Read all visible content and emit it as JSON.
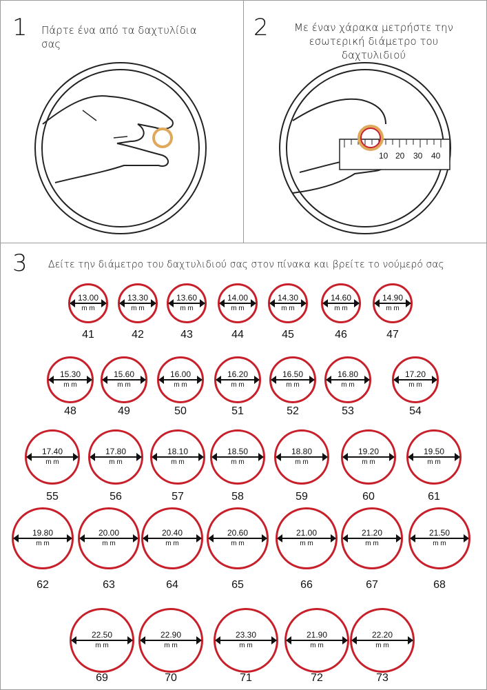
{
  "steps": [
    {
      "number": "1",
      "text": "Πάρτε ένα από τα δαχτυλίδια σας"
    },
    {
      "number": "2",
      "text_line1": "Με έναν χάρακα μετρήστε την",
      "text_line2": "εσωτερική διάμετρο του δαχτυλιδιού"
    },
    {
      "number": "3",
      "text": "Δείτε την διάμετρο του δαχτυλιδιού σας στον πίνακα και βρείτε το νούμερό σας"
    }
  ],
  "ruler_labels": [
    "10",
    "20",
    "30",
    "40"
  ],
  "unit": "m m",
  "colors": {
    "ring": "#c8202b",
    "gold_ring": "#e0a85a",
    "border": "#9a9a9a"
  },
  "sizes": [
    {
      "size": "41",
      "diameter": "13.00"
    },
    {
      "size": "42",
      "diameter": "13.30"
    },
    {
      "size": "43",
      "diameter": "13.60"
    },
    {
      "size": "44",
      "diameter": "14.00"
    },
    {
      "size": "45",
      "diameter": "14.30"
    },
    {
      "size": "46",
      "diameter": "14.60"
    },
    {
      "size": "47",
      "diameter": "14.90"
    },
    {
      "size": "48",
      "diameter": "15.30"
    },
    {
      "size": "49",
      "diameter": "15.60"
    },
    {
      "size": "50",
      "diameter": "16.00"
    },
    {
      "size": "51",
      "diameter": "16.20"
    },
    {
      "size": "52",
      "diameter": "16.50"
    },
    {
      "size": "53",
      "diameter": "16.80"
    },
    {
      "size": "54",
      "diameter": "17.20"
    },
    {
      "size": "55",
      "diameter": "17.40"
    },
    {
      "size": "56",
      "diameter": "17.80"
    },
    {
      "size": "57",
      "diameter": "18.10"
    },
    {
      "size": "58",
      "diameter": "18.50"
    },
    {
      "size": "59",
      "diameter": "18.80"
    },
    {
      "size": "60",
      "diameter": "19.20"
    },
    {
      "size": "61",
      "diameter": "19.50"
    },
    {
      "size": "62",
      "diameter": "19.80"
    },
    {
      "size": "63",
      "diameter": "20.00"
    },
    {
      "size": "64",
      "diameter": "20.40"
    },
    {
      "size": "65",
      "diameter": "20.60"
    },
    {
      "size": "66",
      "diameter": "21.00"
    },
    {
      "size": "67",
      "diameter": "21.20"
    },
    {
      "size": "68",
      "diameter": "21.50"
    },
    {
      "size": "69",
      "diameter": "22.50"
    },
    {
      "size": "70",
      "diameter": "22.90"
    },
    {
      "size": "71",
      "diameter": "23.30"
    },
    {
      "size": "72",
      "diameter": "21.90"
    },
    {
      "size": "73",
      "diameter": "22.20"
    }
  ]
}
